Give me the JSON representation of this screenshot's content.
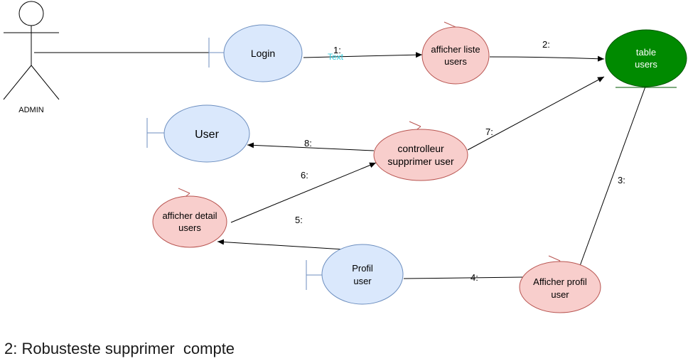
{
  "actor": {
    "label": "ADMIN"
  },
  "nodes": {
    "login": {
      "label": "Login"
    },
    "afficher_liste_users": {
      "label_lines": [
        "afficher liste",
        "users"
      ]
    },
    "table_users": {
      "label_lines": [
        "table",
        "users"
      ]
    },
    "user": {
      "label": "User"
    },
    "controlleur_supprimer_user": {
      "label_lines": [
        "controlleur",
        "supprimer user"
      ]
    },
    "afficher_detail_users": {
      "label_lines": [
        "afficher detail",
        "users"
      ]
    },
    "profil_user": {
      "label_lines": [
        "Profil",
        "user"
      ]
    },
    "afficher_profil_user": {
      "label_lines": [
        "Afficher profil",
        "user"
      ]
    }
  },
  "messages": {
    "m1": "1:",
    "m1_overlay": "Text",
    "m2": "2:",
    "m3": "3:",
    "m4": "4:",
    "m5": "5:",
    "m6": "6:",
    "m7": "7:",
    "m8": "8:"
  },
  "colors": {
    "boundary_fill": "#dae8fc",
    "boundary_stroke": "#6c8ebf",
    "control_fill": "#f8cecc",
    "control_stroke": "#b85450",
    "entity_fill": "#008a00",
    "entity_stroke": "#005700",
    "line": "#000000",
    "overlay_text": "#33ccdd"
  },
  "caption": "2: Robusteste supprimer  compte"
}
